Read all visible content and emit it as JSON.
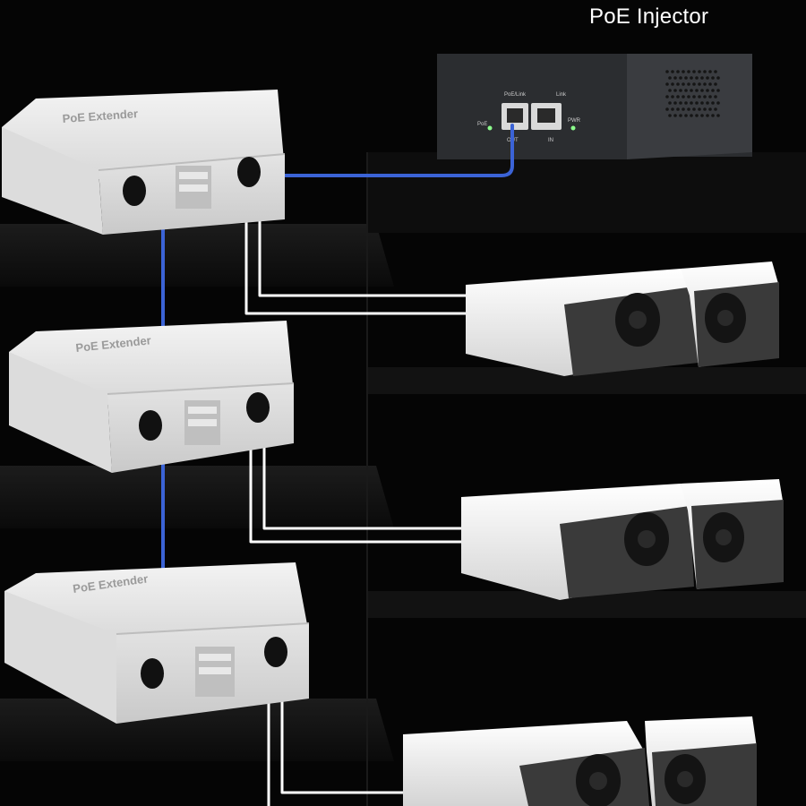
{
  "title": "PoE Injector",
  "injector": {
    "port_label_poe_link": "PoE/Link",
    "port_label_link": "Link",
    "led_label_poe": "PoE",
    "led_label_pwr": "PWR",
    "port_label_out": "OUT",
    "port_label_in": "IN"
  },
  "extenders": [
    {
      "label": "PoE Extender"
    },
    {
      "label": "PoE Extender"
    },
    {
      "label": "PoE Extender"
    }
  ],
  "colors": {
    "background": "#050505",
    "trunk_cable": "#3b63d6",
    "camera_cable": "#ffffff",
    "extender_body": "#e9e9e9",
    "injector_body": "#2f3134"
  },
  "icons": {
    "camera": "bullet-camera-icon",
    "extender": "poe-extender-icon",
    "injector": "poe-injector-icon"
  }
}
